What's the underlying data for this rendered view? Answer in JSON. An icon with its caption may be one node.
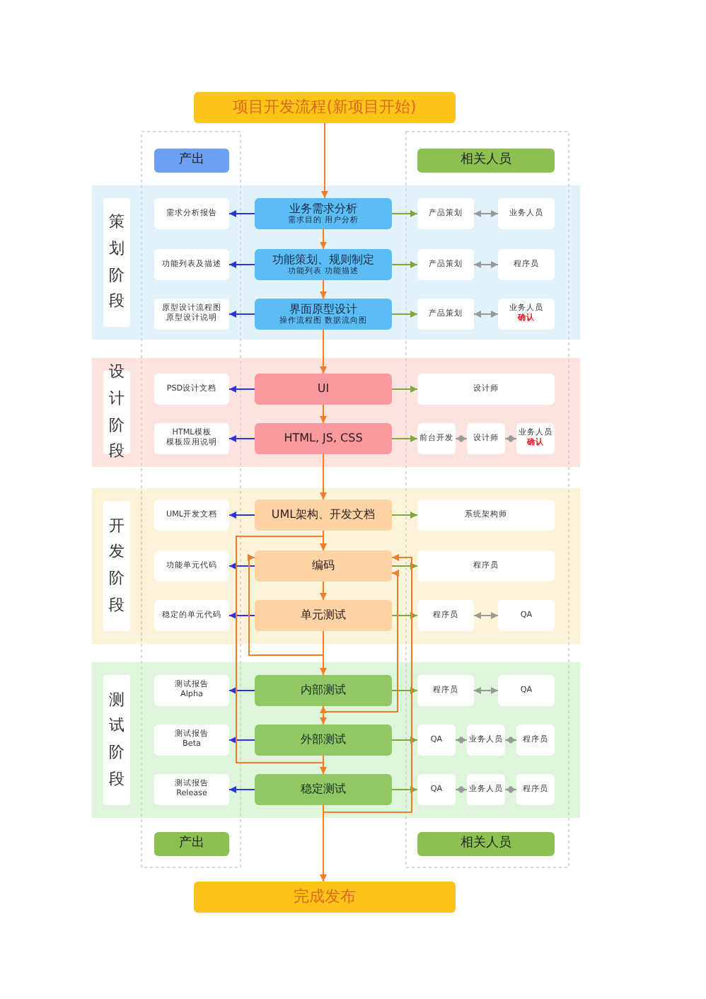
{
  "diagram": {
    "nodes": [
      {
        "text": [
          "项目开发流程(新项目开始)"
        ]
      },
      {
        "text": [
          "产出"
        ]
      },
      {
        "text": [
          "相关人员"
        ]
      },
      {
        "text": [
          "策划阶段"
        ]
      },
      {
        "text": [
          "需求分析报告"
        ],
        "in": 3
      },
      {
        "text": [
          "业务需求分析",
          "需求目的 用户分析"
        ],
        "in": 3
      },
      {
        "text": [
          "产品策划"
        ],
        "in": 3
      },
      {
        "text": [
          "业务人员"
        ],
        "in": 3
      },
      {
        "text": [
          "功能列表及描述"
        ],
        "in": 3
      },
      {
        "text": [
          "功能策划、规则制定",
          "功能列表 功能描述"
        ],
        "in": 3
      },
      {
        "text": [
          "产品策划"
        ],
        "in": 3
      },
      {
        "text": [
          "程序员"
        ],
        "in": 3
      },
      {
        "text": [
          "原型设计流程图",
          "原型设计说明"
        ],
        "in": 3
      },
      {
        "text": [
          "界面原型设计",
          "操作流程图 数据流向图"
        ],
        "in": 3
      },
      {
        "text": [
          "产品策划"
        ],
        "in": 3
      },
      {
        "text": [
          "业务人员",
          "确认"
        ],
        "in": 3
      },
      {
        "text": [
          "设计阶段"
        ]
      },
      {
        "text": [
          "PSD设计文档"
        ],
        "in": 16
      },
      {
        "text": [
          "UI"
        ],
        "in": 16
      },
      {
        "text": [
          "设计师"
        ],
        "in": 16
      },
      {
        "text": [
          "HTML模板",
          "模板应用说明"
        ],
        "in": 16
      },
      {
        "text": [
          "HTML, JS, CSS"
        ],
        "in": 16
      },
      {
        "text": [
          "前台开发"
        ],
        "in": 16
      },
      {
        "text": [
          "设计师"
        ],
        "in": 16
      },
      {
        "text": [
          "业务人员",
          "确认"
        ],
        "in": 16
      },
      {
        "text": [
          "开发阶段"
        ]
      },
      {
        "text": [
          "UML开发文档"
        ],
        "in": 25
      },
      {
        "text": [
          "UML架构、开发文档"
        ],
        "in": 25
      },
      {
        "text": [
          "系统架构师"
        ],
        "in": 25
      },
      {
        "text": [
          "功能单元代码"
        ],
        "in": 25
      },
      {
        "text": [
          "编码"
        ],
        "in": 25
      },
      {
        "text": [
          "程序员"
        ],
        "in": 25
      },
      {
        "text": [
          "稳定的单元代码"
        ],
        "in": 25
      },
      {
        "text": [
          "单元测试"
        ],
        "in": 25
      },
      {
        "text": [
          "程序员"
        ],
        "in": 25
      },
      {
        "text": [
          "QA"
        ],
        "in": 25
      },
      {
        "text": [
          "测试阶段"
        ]
      },
      {
        "text": [
          "测试报告",
          "Alpha"
        ],
        "in": 36
      },
      {
        "text": [
          "内部测试"
        ],
        "in": 36
      },
      {
        "text": [
          "程序员"
        ],
        "in": 36
      },
      {
        "text": [
          "QA"
        ],
        "in": 36
      },
      {
        "text": [
          "测试报告",
          "Beta"
        ],
        "in": 36
      },
      {
        "text": [
          "外部测试"
        ],
        "in": 36
      },
      {
        "text": [
          "QA"
        ],
        "in": 36
      },
      {
        "text": [
          "业务人员"
        ],
        "in": 36
      },
      {
        "text": [
          "程序员"
        ],
        "in": 36
      },
      {
        "text": [
          "测试报告",
          "Release"
        ],
        "in": 36
      },
      {
        "text": [
          "稳定测试"
        ],
        "in": 36
      },
      {
        "text": [
          "QA"
        ],
        "in": 36
      },
      {
        "text": [
          "业务人员"
        ],
        "in": 36
      },
      {
        "text": [
          "程序员"
        ],
        "in": 36
      },
      {
        "text": [
          "产出"
        ]
      },
      {
        "text": [
          "相关人员"
        ]
      },
      {
        "text": [
          "完成发布"
        ]
      }
    ],
    "edges": [
      {
        "from": 0,
        "to": 5,
        "arrow": "to"
      },
      {
        "from": 5,
        "to": 4,
        "arrow": "to",
        "color": "#2b35d9"
      },
      {
        "from": 5,
        "to": 6,
        "arrow": "to",
        "color": "#7fa83c"
      },
      {
        "from": 6,
        "to": 7,
        "arrow": "both",
        "color": "#999999"
      },
      {
        "from": 5,
        "to": 9,
        "arrow": "to"
      },
      {
        "from": 9,
        "to": 8,
        "arrow": "to",
        "color": "#2b35d9"
      },
      {
        "from": 9,
        "to": 10,
        "arrow": "to",
        "color": "#7fa83c"
      },
      {
        "from": 10,
        "to": 11,
        "arrow": "both",
        "color": "#999999"
      },
      {
        "from": 9,
        "to": 13,
        "arrow": "to"
      },
      {
        "from": 13,
        "to": 12,
        "arrow": "to",
        "color": "#2b35d9"
      },
      {
        "from": 13,
        "to": 14,
        "arrow": "to",
        "color": "#7fa83c"
      },
      {
        "from": 14,
        "to": 15,
        "arrow": "both",
        "color": "#999999"
      },
      {
        "from": 13,
        "to": 18,
        "arrow": "to"
      },
      {
        "from": 18,
        "to": 17,
        "arrow": "to",
        "color": "#2b35d9"
      },
      {
        "from": 18,
        "to": 19,
        "arrow": "to",
        "color": "#7fa83c"
      },
      {
        "from": 18,
        "to": 21,
        "arrow": "to"
      },
      {
        "from": 21,
        "to": 20,
        "arrow": "to",
        "color": "#2b35d9"
      },
      {
        "from": 21,
        "to": 22,
        "arrow": "to",
        "color": "#7fa83c"
      },
      {
        "from": 22,
        "to": 23,
        "arrow": "both",
        "color": "#999999"
      },
      {
        "from": 23,
        "to": 24,
        "arrow": "both",
        "color": "#999999"
      },
      {
        "from": 21,
        "to": 27,
        "arrow": "to"
      },
      {
        "from": 27,
        "to": 26,
        "arrow": "to",
        "color": "#2b35d9"
      },
      {
        "from": 27,
        "to": 28,
        "arrow": "to",
        "color": "#7fa83c"
      },
      {
        "from": 27,
        "to": 30,
        "arrow": "to"
      },
      {
        "from": 30,
        "to": 29,
        "arrow": "to",
        "color": "#2b35d9"
      },
      {
        "from": 30,
        "to": 31,
        "arrow": "to",
        "color": "#7fa83c"
      },
      {
        "from": 30,
        "to": 33,
        "arrow": "to"
      },
      {
        "from": 33,
        "to": 32,
        "arrow": "to",
        "color": "#2b35d9"
      },
      {
        "from": 33,
        "to": 34,
        "arrow": "to",
        "color": "#7fa83c"
      },
      {
        "from": 34,
        "to": 35,
        "arrow": "both",
        "color": "#999999"
      },
      {
        "from": 33,
        "to": 38,
        "arrow": "to"
      },
      {
        "from": 33,
        "to": 30,
        "arrow": "to"
      },
      {
        "from": 38,
        "to": 37,
        "arrow": "to",
        "color": "#2b35d9"
      },
      {
        "from": 38,
        "to": 39,
        "arrow": "to",
        "color": "#7fa83c"
      },
      {
        "from": 39,
        "to": 40,
        "arrow": "both",
        "color": "#999999"
      },
      {
        "from": 38,
        "to": 42,
        "arrow": "both"
      },
      {
        "from": 38,
        "to": 30,
        "arrow": "to"
      },
      {
        "from": 42,
        "to": 41,
        "arrow": "to",
        "color": "#2b35d9"
      },
      {
        "from": 42,
        "to": 43,
        "arrow": "to",
        "color": "#7fa83c"
      },
      {
        "from": 43,
        "to": 44,
        "arrow": "both",
        "color": "#999999"
      },
      {
        "from": 44,
        "to": 45,
        "arrow": "both",
        "color": "#999999"
      },
      {
        "from": 42,
        "to": 47,
        "arrow": "to"
      },
      {
        "from": 42,
        "to": 30,
        "arrow": "to"
      },
      {
        "from": 47,
        "to": 46,
        "arrow": "to",
        "color": "#2b35d9"
      },
      {
        "from": 47,
        "to": 48,
        "arrow": "to",
        "color": "#7fa83c"
      },
      {
        "from": 48,
        "to": 49,
        "arrow": "both",
        "color": "#999999"
      },
      {
        "from": 49,
        "to": 50,
        "arrow": "both",
        "color": "#999999"
      },
      {
        "from": 47,
        "to": 53,
        "arrow": "to"
      },
      {
        "from": 47,
        "to": 30,
        "arrow": "to"
      }
    ]
  }
}
